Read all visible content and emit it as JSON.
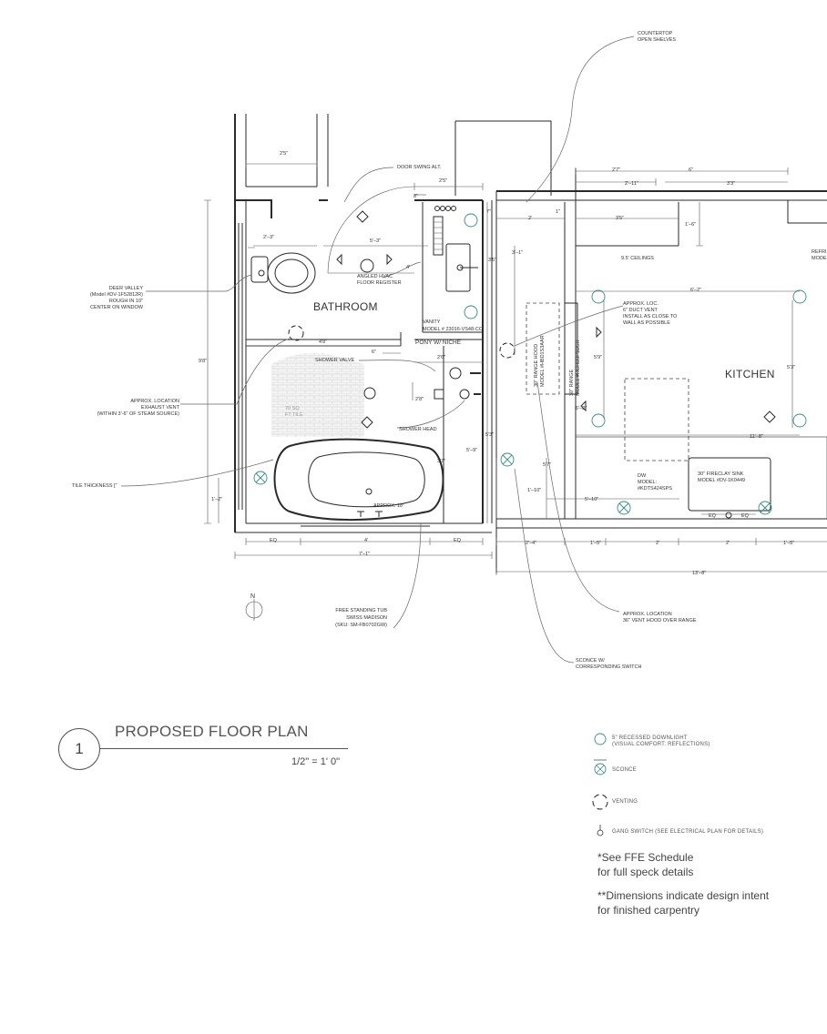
{
  "rooms": {
    "bathroom": "BATHROOM",
    "kitchen": "KITCHEN"
  },
  "annotations": {
    "countertop": "COUNTERTOP\nOPEN SHELVES",
    "door_swing": "DOOR SWING ALT.",
    "deer_valley": "DEER VALLEY\n(Model #DV-1F52812R)\nROUGH IN 10\"\nCENTER ON WINDOW",
    "angled_hvac": "ANGLED HVAC\nFLOOR REGISTER",
    "vanity": "VANITY\nMODEL # 23016-VS48-CO",
    "pony_niche": "PONY W/ NICHE",
    "shower_valve": "SHOWER VALVE",
    "shower_head": "SHOWER HEAD",
    "exhaust_vent": "APPROX. LOCATION\nEXHAUST VENT\n(WITHIN  3'-6\" OF STEAM SOURCE)",
    "tile_thickness": "TILE THICKNESS [\"",
    "tile_sqft": "70 SQ\nFT TILE",
    "approx_18": "APPROX. 18\"",
    "free_tub": "FREE STANDING TUB\nSWISS MADISON\n(SKU: SM-FB0702GW)",
    "ceilings": "9.5' CEILINGS",
    "duct_vent": "APPROX. LOC.\n6\" DUCT VENT\nINSTALL AS CLOSE TO\nWALL AS POSSIBLE",
    "range_hood": "30\" RANGE HOOD\nMODEL #HBD1S3AAR",
    "range": "30\" RANGE\nMODEL #RGHD3P1DSR",
    "dw": "DW\nMODEL:\n#KDTS424SPS",
    "sink": "30\" FIRECLAY SINK\nMODEL #DV-1K0449",
    "refrig": "REFRI\nMODE",
    "vent_hood": "APPROX. LOCATION\n36\" VENT HOOD OVER RANGE",
    "sconce_switch": "SCONCE W/\nCORRESPONDING SWITCH",
    "north": "N"
  },
  "dimensions": {
    "d_2_5_top": "2'5\"",
    "d_2_5_mid": "2'5\"",
    "d_8": "8\"",
    "d_2_3": "2'–3\"",
    "d_5_3": "5'–3\"",
    "d_4": "4'",
    "d_9_8": "9'8\"",
    "d_4_8": "4'8\"",
    "d_6": "6\"",
    "d_2_6": "2'6\"",
    "d_2_8": "2'8\"",
    "d_3_5": "3'5\"",
    "d_3_1": "3'–1\"",
    "d_5_9": "5'–9\"",
    "d_3_7": "3'7\"",
    "d_1_2": "1'–2\"",
    "d_eq1": "EQ",
    "d_4_bot": "4'",
    "d_eq2": "EQ",
    "d_7_1": "7'–1\"",
    "d_7": "7\"",
    "d_2_7": "2'7\"",
    "d_6b": "6\"",
    "d_2_11": "2'–11\"",
    "d_3_3": "3'3\"",
    "d_2": "2'",
    "d_1": "1\"",
    "d_3_5b": "3'5\"",
    "d_1_6": "1'–6\"",
    "d_6_2": "6'–2\"",
    "d_5_9b": "5'9\"",
    "d_5_3b": "5'3\"",
    "d_6_2b": "6'–2\"",
    "d_11_8": "11'–8\"",
    "d_5_3c": "5'3\"",
    "d_5_7": "5'7\"",
    "d_1_10": "1'–10\"",
    "d_5_10": "5'–10\"",
    "d_eq3": "EQ",
    "d_eq4": "EQ",
    "d_2_4": "2'–4\"",
    "d_1_5a": "1'–5\"",
    "d_2a": "2'",
    "d_2b": "2'",
    "d_1_5b": "1'–5\"",
    "d_13_8": "13'–8\""
  },
  "title": {
    "number": "1",
    "text": "PROPOSED FLOOR PLAN",
    "scale": "1/2\" = 1' 0\""
  },
  "legend": {
    "items": [
      {
        "label": "5\" RECESSED DOWNLIGHT\n(VISUAL COMFORT: REFLECTIONS)",
        "icon": "downlight-icon"
      },
      {
        "label": "SCONCE",
        "icon": "sconce-icon"
      },
      {
        "label": "VENTING",
        "icon": "venting-icon"
      },
      {
        "label": "GANG SWITCH (SEE ELECTRICAL PLAN FOR DETAILS)",
        "icon": "switch-icon"
      }
    ]
  },
  "notes": [
    "*See FFE Schedule\nfor full speck details",
    "**Dimensions indicate design intent\nfor finished carpentry"
  ],
  "colors": {
    "line": "#2a2a2a",
    "light_fixture": "#3a8a8a",
    "text": "#333333"
  }
}
